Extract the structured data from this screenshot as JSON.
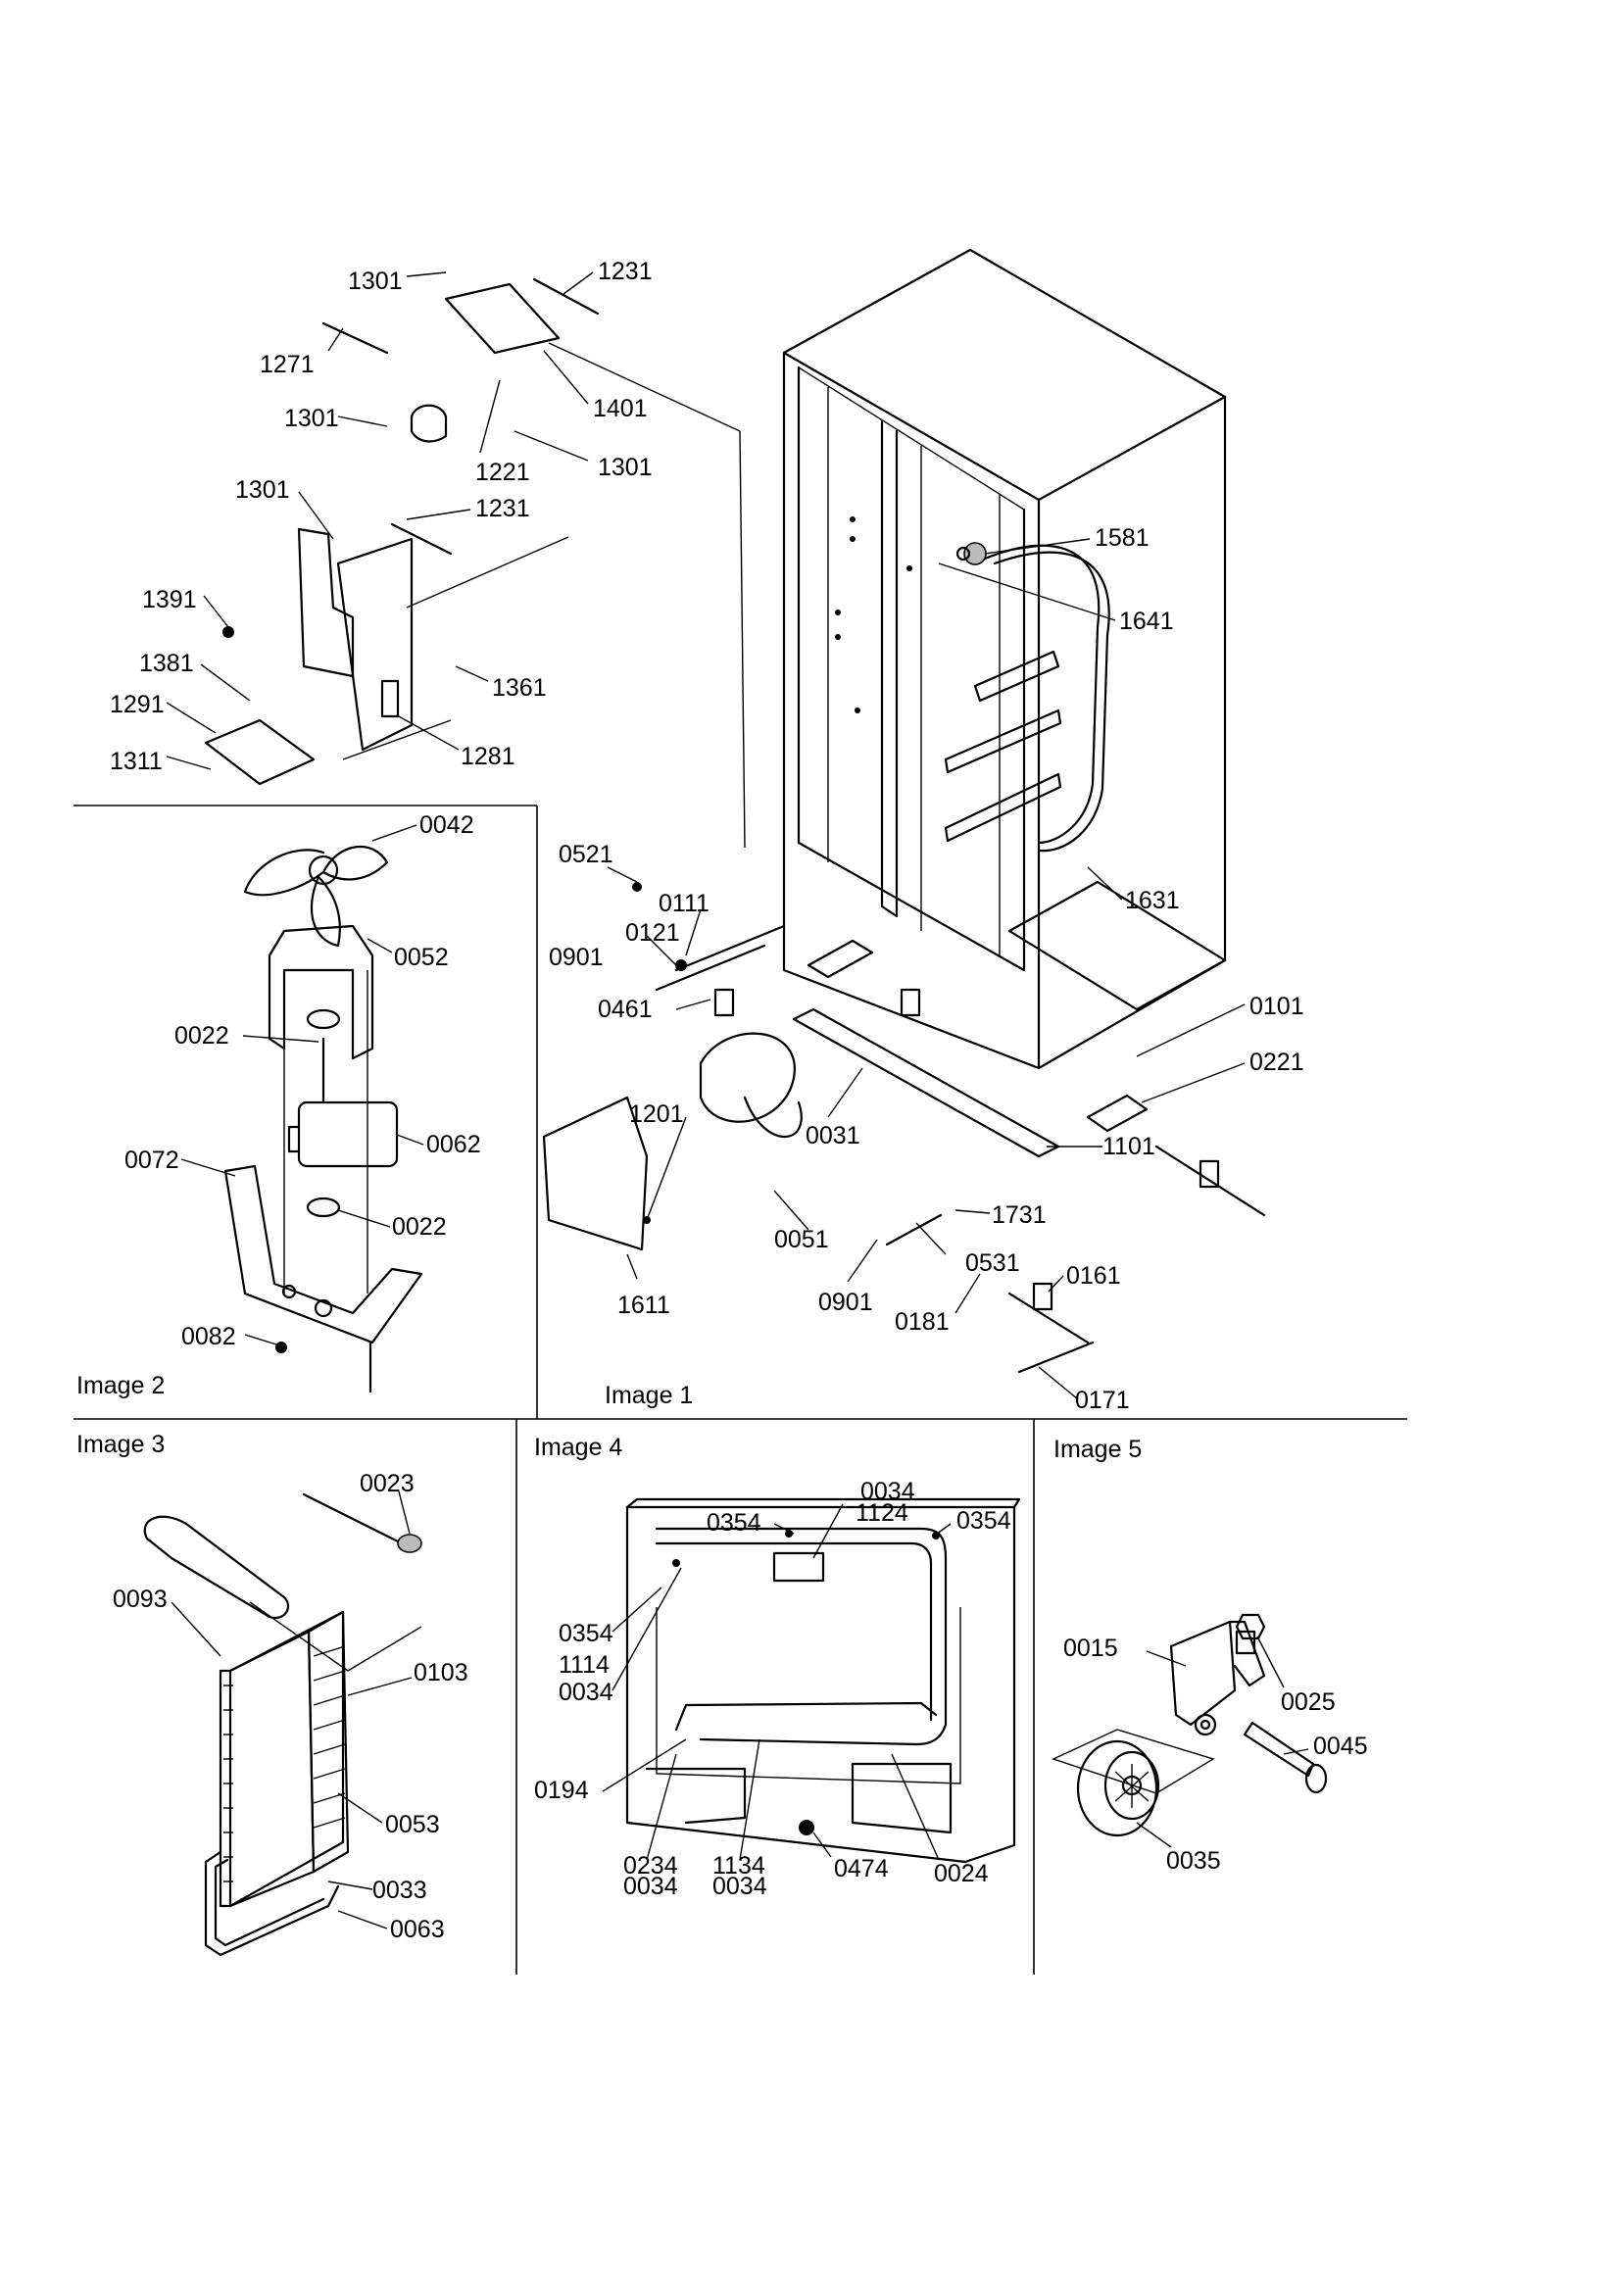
{
  "panels": [
    {
      "title": "Image 1"
    },
    {
      "title": "Image 2"
    },
    {
      "title": "Image 3"
    },
    {
      "title": "Image 4"
    },
    {
      "title": "Image 5"
    }
  ],
  "callouts": [
    "1301",
    "1231",
    "1271",
    "1401",
    "1301",
    "1221",
    "1301",
    "1301",
    "1231",
    "1391",
    "1381",
    "1361",
    "1291",
    "1281",
    "1311",
    "0042",
    "0052",
    "0022",
    "0062",
    "0072",
    "0022",
    "0082",
    "1581",
    "1641",
    "1631",
    "0521",
    "0111",
    "0121",
    "0901",
    "0461",
    "0101",
    "0221",
    "1201",
    "0031",
    "1101",
    "0051",
    "1731",
    "0531",
    "0161",
    "0901",
    "0181",
    "1611",
    "0171",
    "0023",
    "0093",
    "0103",
    "0053",
    "0033",
    "0063",
    "0034",
    "1124",
    "0354",
    "0354",
    "0354",
    "1114",
    "0034",
    "0194",
    "0234",
    "0034",
    "1134",
    "0034",
    "0474",
    "0024",
    "0015",
    "0025",
    "0045",
    "0035"
  ]
}
